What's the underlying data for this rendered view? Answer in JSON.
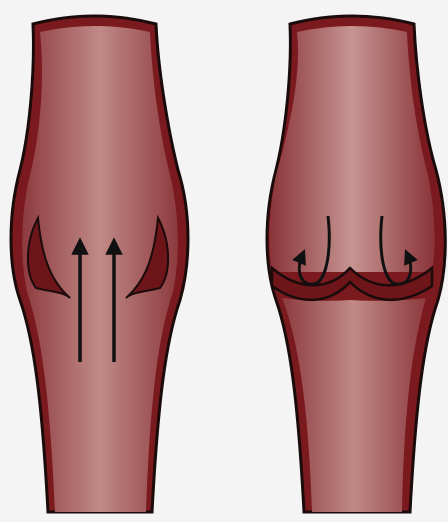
{
  "figure": {
    "panels": [
      {
        "id": "open-valve",
        "valve_state": "open",
        "flow_direction": "upward",
        "arrow_count": 2
      },
      {
        "id": "closed-valve",
        "valve_state": "closed",
        "flow_direction": "backflow-swirl",
        "arrow_count": 2
      }
    ],
    "colors": {
      "background": "#f4f4f4",
      "vein_outline": "#1b0b0b",
      "vein_wall": "#7a1a1f",
      "lumen_edge": "#8d3a3e",
      "lumen_center": "#c08a87",
      "valve_cusp": "#6e1519",
      "arrow": "#111111"
    }
  }
}
